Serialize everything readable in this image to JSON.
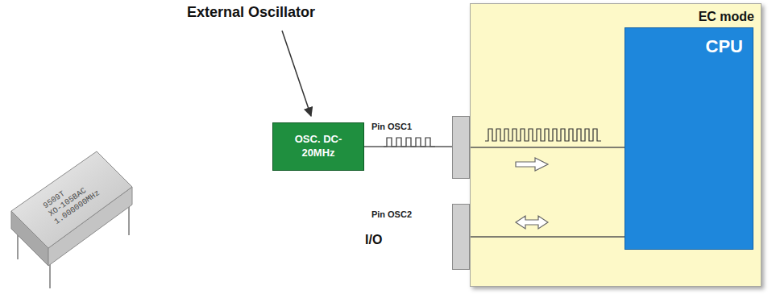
{
  "diagram": {
    "nodes": [
      {
        "text": [
          "OSC. DC-20MHz"
        ]
      },
      {
        "text": [
          "EC mode"
        ]
      },
      {
        "text": [
          "CPU"
        ],
        "in": 1
      },
      {
        "text": [
          "Pin OSC1"
        ]
      },
      {
        "text": [
          "Pin OSC2"
        ]
      }
    ],
    "edges": [
      {
        "from": 0,
        "to": 3,
        "arrow": "none"
      },
      {
        "from": 3,
        "to": 2,
        "arrow": "none"
      },
      {
        "from": 4,
        "to": 2,
        "arrow": "none"
      }
    ],
    "labels": [
      "External Oscillator",
      "I/O",
      "9509T",
      "XO-105BAC",
      "1.000000MHz"
    ]
  }
}
